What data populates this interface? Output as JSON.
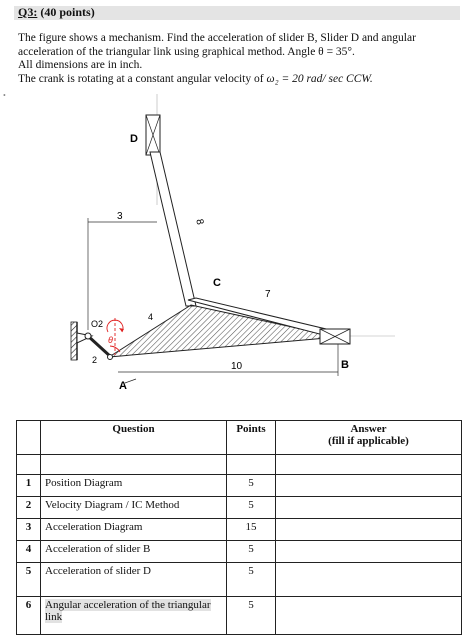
{
  "header": {
    "question_label": "Q3:",
    "points_label": "(40 points)"
  },
  "problem": {
    "line1": "The figure shows a mechanism. Find the acceleration of slider B, Slider D and angular",
    "line2": "acceleration of the triangular link using graphical method. Angle θ = 35°.",
    "line3": "All dimensions are in inch.",
    "line4_prefix": "The crank is rotating at a constant angular velocity of ",
    "line4_math": "ω₂ = 20 rad/ sec CCW."
  },
  "figure": {
    "label_D": "D",
    "label_C": "C",
    "label_B": "B",
    "label_A": "A",
    "label_O2": "O2",
    "label_theta": "θ",
    "dim_3": "3",
    "dim_8": "8",
    "dim_7": "7",
    "dim_4": "4",
    "dim_2": "2",
    "dim_10": "10",
    "accent_color": "#e02020"
  },
  "table": {
    "headers": {
      "question": "Question",
      "points": "Points",
      "answer_line1": "Answer",
      "answer_line2": "(fill if applicable)"
    },
    "rows": [
      {
        "num": "1",
        "question": "Position Diagram",
        "points": "5"
      },
      {
        "num": "2",
        "question": "Velocity Diagram / IC Method",
        "points": "5"
      },
      {
        "num": "3",
        "question": "Acceleration Diagram",
        "points": "15"
      },
      {
        "num": "4",
        "question": "Acceleration of slider B",
        "points": "5"
      },
      {
        "num": "5",
        "question": "Acceleration of slider D",
        "points": "5"
      },
      {
        "num": "6",
        "question": "Angular acceleration of the triangular link",
        "points": "5"
      }
    ]
  }
}
